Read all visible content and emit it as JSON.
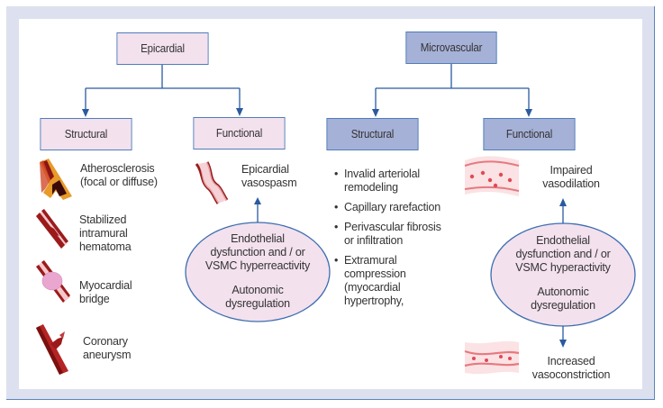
{
  "epicardial": {
    "title": "Epicardial",
    "structural": {
      "title": "Structural",
      "items": [
        {
          "icon": "atherosclerosis-vessel-icon",
          "label_line1": "Atherosclerosis",
          "label_line2": "(focal or diffuse)",
          "label_line3": ""
        },
        {
          "icon": "hematoma-vessel-icon",
          "label_line1": "Stabilized",
          "label_line2": "intramural",
          "label_line3": "hematoma"
        },
        {
          "icon": "myocardial-bridge-vessel-icon",
          "label_line1": "Myocardial",
          "label_line2": "bridge",
          "label_line3": ""
        },
        {
          "icon": "aneurysm-vessel-icon",
          "label_line1": "Coronary",
          "label_line2": "aneurysm",
          "label_line3": ""
        }
      ]
    },
    "functional": {
      "title": "Functional",
      "outcome_line1": "Epicardial",
      "outcome_line2": "vasospasm",
      "mechanism": {
        "line1": "Endothelial",
        "line2": "dysfunction and / or",
        "line3": "VSMC hyperreactivity",
        "line4": "Autonomic",
        "line5": "dysregulation"
      }
    }
  },
  "microvascular": {
    "title": "Microvascular",
    "structural": {
      "title": "Structural",
      "bullets": [
        "Invalid arteriolal remodeling",
        "Capillary rarefaction",
        "Perivascular fibrosis or infiltration",
        "Extramural compression (myocardial hypertrophy,"
      ]
    },
    "functional": {
      "title": "Functional",
      "outcome_top_line1": "Impaired",
      "outcome_top_line2": "vasodilation",
      "outcome_bottom_line1": "Increased",
      "outcome_bottom_line2": "vasoconstriction",
      "mechanism": {
        "line1": "Endothelial",
        "line2": "dysfunction and / or",
        "line3": "VSMC hyperactivity",
        "line4": "Autonomic",
        "line5": "dysregulation"
      }
    }
  },
  "colors": {
    "epicardial_box": "#f3e1ee",
    "microvascular_box": "#a6b1d7",
    "connector": "#2a5aa0",
    "ellipse_fill": "#f3e1ee",
    "frame": "#dde1ef"
  }
}
